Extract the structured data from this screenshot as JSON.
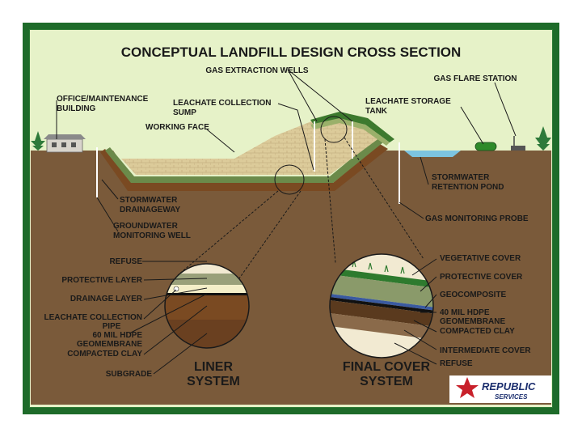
{
  "title": "CONCEPTUAL LANDFILL DESIGN CROSS SECTION",
  "labels": {
    "gas_extraction_wells": "GAS EXTRACTION WELLS",
    "gas_flare_station": "GAS FLARE STATION",
    "office_1": "OFFICE/MAINTENANCE",
    "office_2": "BUILDING",
    "leachate_sump_1": "LEACHATE COLLECTION",
    "leachate_sump_2": "SUMP",
    "working_face": "WORKING FACE",
    "leachate_tank_1": "LEACHATE STORAGE",
    "leachate_tank_2": "TANK",
    "stormwater_pond_1": "STORMWATER",
    "stormwater_pond_2": "RETENTION POND",
    "stormwater_drain_1": "STORMWATER",
    "stormwater_drain_2": "DRAINAGEWAY",
    "gw_well_1": "GROUNDWATER",
    "gw_well_2": "MONITORING WELL",
    "gas_probe": "GAS MONITORING PROBE"
  },
  "liner": {
    "system_1": "LINER",
    "system_2": "SYSTEM",
    "refuse": "REFUSE",
    "protective_layer": "PROTECTIVE LAYER",
    "drainage_layer": "DRAINAGE LAYER",
    "leachate_pipe_1": "LEACHATE COLLECTION",
    "leachate_pipe_2": "PIPE",
    "hdpe_1": "60 MIL HDPE",
    "hdpe_2": "GEOMEMBRANE",
    "compacted_clay": "COMPACTED CLAY",
    "subgrade": "SUBGRADE"
  },
  "cover": {
    "system_1": "FINAL COVER",
    "system_2": "SYSTEM",
    "vegetative_cover": "VEGETATIVE COVER",
    "protective_cover": "PROTECTIVE COVER",
    "geocomposite": "GEOCOMPOSITE",
    "hdpe_1": "40 MIL HDPE",
    "hdpe_2": "GEOMEMBRANE",
    "compacted_clay": "COMPACTED CLAY",
    "intermediate_cover": "INTERMEDIATE COVER",
    "refuse": "REFUSE"
  },
  "logo": {
    "line1": "REPUBLIC",
    "line2": "SERVICES"
  },
  "colors": {
    "frame": "#1e6b2a",
    "panel": "#e6f2c8",
    "soil": "#7a5a3a",
    "refuse": "#dccb9a",
    "liner_green": "#6b8a4a",
    "clay": "#5a3a1e",
    "logo_red": "#c8202a",
    "logo_blue": "#1b2e6e"
  }
}
